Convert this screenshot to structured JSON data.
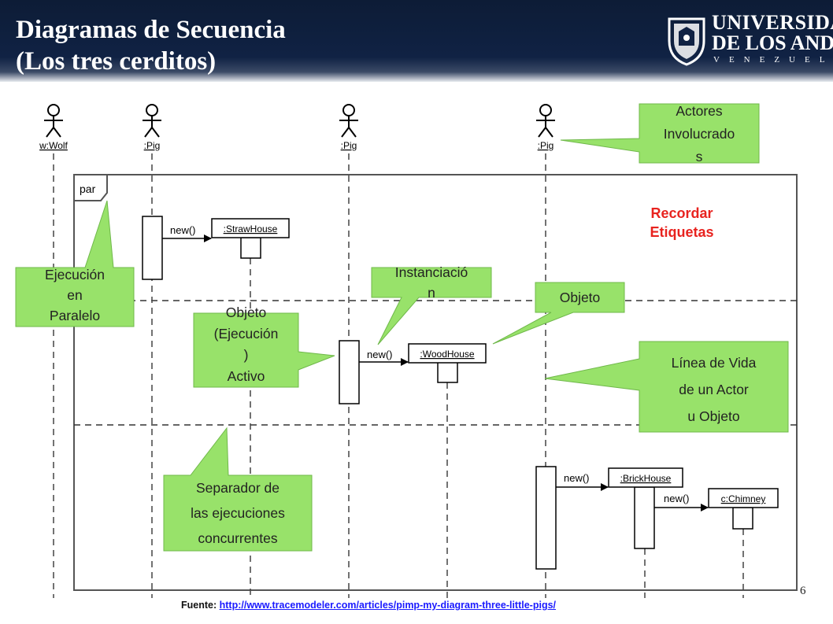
{
  "slide": {
    "title_line1": "Diagramas de Secuencia",
    "title_line2": "(Los tres cerditos)",
    "page_number": "6"
  },
  "logo": {
    "line1": "UNIVERSIDAD",
    "line2": "DE LOS ANDES",
    "line3": "VENEZUELA"
  },
  "diagram": {
    "actors": [
      {
        "label": "w:Wolf"
      },
      {
        "label": ":Pig"
      },
      {
        "label": ":Pig"
      },
      {
        "label": ":Pig"
      }
    ],
    "frame_label": "par",
    "messages": [
      {
        "label": "new()",
        "target": ":StrawHouse"
      },
      {
        "label": "new()",
        "target": ":WoodHouse"
      },
      {
        "label": "new()",
        "target": ":BrickHouse"
      },
      {
        "label": "new()",
        "target": "c:Chimney"
      }
    ]
  },
  "callouts": {
    "actores": [
      "Actores",
      "Involucrado",
      "s"
    ],
    "ejecucion_paralelo": [
      "Ejecución",
      "en",
      "Paralelo"
    ],
    "instanciacion": [
      "Instanciació",
      "n"
    ],
    "objeto": [
      "Objeto"
    ],
    "objeto_activo": [
      "Objeto",
      "(Ejecución",
      ")",
      "Activo"
    ],
    "linea_vida": [
      "Línea de Vida",
      "de un Actor",
      "u Objeto"
    ],
    "separador": [
      "Separador de",
      "las ejecuciones",
      "concurrentes"
    ]
  },
  "recordar": [
    "Recordar",
    "Etiquetas"
  ],
  "source": {
    "prefix": "Fuente: ",
    "url": "http://www.tracemodeler.com/articles/pimp-my-diagram-three-little-pigs/"
  },
  "colors": {
    "header": "#102244",
    "callout_fill": "#98e26a",
    "recordar": "#e8231f",
    "link": "#1a1aff"
  }
}
